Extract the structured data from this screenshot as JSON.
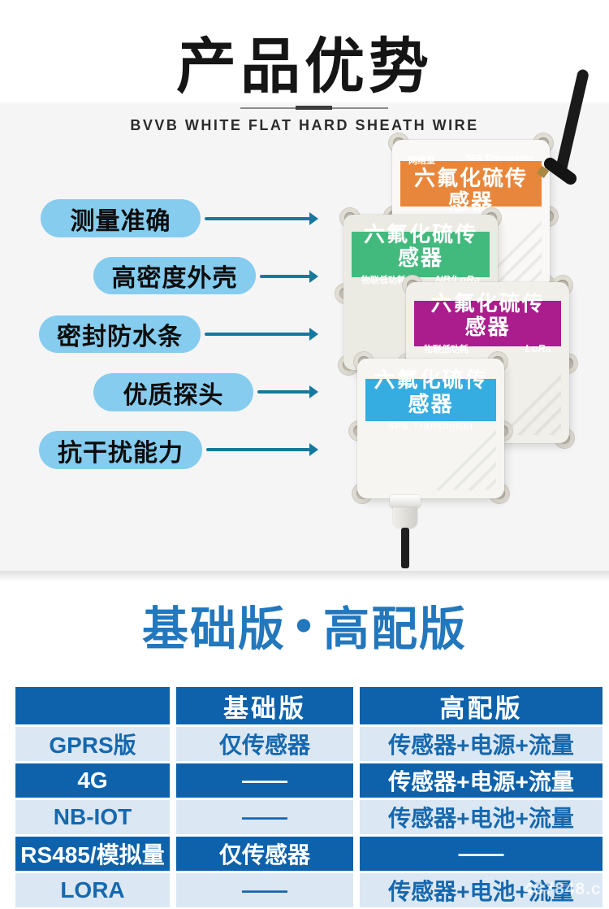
{
  "header": {
    "title": "产品优势",
    "subtitle": "BVVB WHITE FLAT HARD SHEATH WIRE"
  },
  "features": [
    {
      "label": "测量准确"
    },
    {
      "label": "高密度外壳"
    },
    {
      "label": "密封防水条"
    },
    {
      "label": "优质探头"
    },
    {
      "label": "抗干扰能力"
    }
  ],
  "devices": [
    {
      "variant": "network",
      "tag_left": "网络型",
      "tag_right": "SF6 Transmitter",
      "title": "六氟化硫传感器",
      "label_color": "#e8873c"
    },
    {
      "variant": "nb-lora",
      "title": "六氟化硫传感器",
      "footer_left": "物联低功耗",
      "footer_right": "NB/LoRa",
      "label_color": "#42b97d"
    },
    {
      "variant": "lora",
      "title": "六氟化硫传感器",
      "footer_left": "物联低功耗",
      "footer_right": "LoRa",
      "label_color": "#ab1d8c"
    },
    {
      "variant": "wired",
      "title": "六氟化硫传感器",
      "subtitle": "SF6 Transmitter",
      "label_color": "#36ade1"
    }
  ],
  "section": {
    "left": "基础版",
    "separator": "•",
    "right": "高配版"
  },
  "comparison_table": {
    "headers": [
      "",
      "基础版",
      "高配版"
    ],
    "rows": [
      {
        "cells": [
          "GPRS版",
          "仅传感器",
          "传感器+电源+流量"
        ]
      },
      {
        "cells": [
          "4G",
          "——",
          "传感器+电源+流量"
        ]
      },
      {
        "cells": [
          "NB-IOT",
          "——",
          "传感器+电池+流量"
        ]
      },
      {
        "cells": [
          "RS485/模拟量",
          "仅传感器",
          "——"
        ]
      },
      {
        "cells": [
          "LORA",
          "——",
          "传感器+电池+流量"
        ]
      }
    ]
  },
  "watermark": {
    "text": "437848.c"
  },
  "colors": {
    "section_blue": "#2277bd",
    "table_header_blue": "#0d62ab",
    "table_row_light": "#dbe7f3",
    "table_row_text_blue": "#1668ae",
    "pill_blue": "#85ccee",
    "arrow_teal": "#16789f",
    "label_orange": "#e8873c",
    "label_green": "#42b97d",
    "label_magenta": "#ab1d8c",
    "label_blue": "#36ade1"
  }
}
